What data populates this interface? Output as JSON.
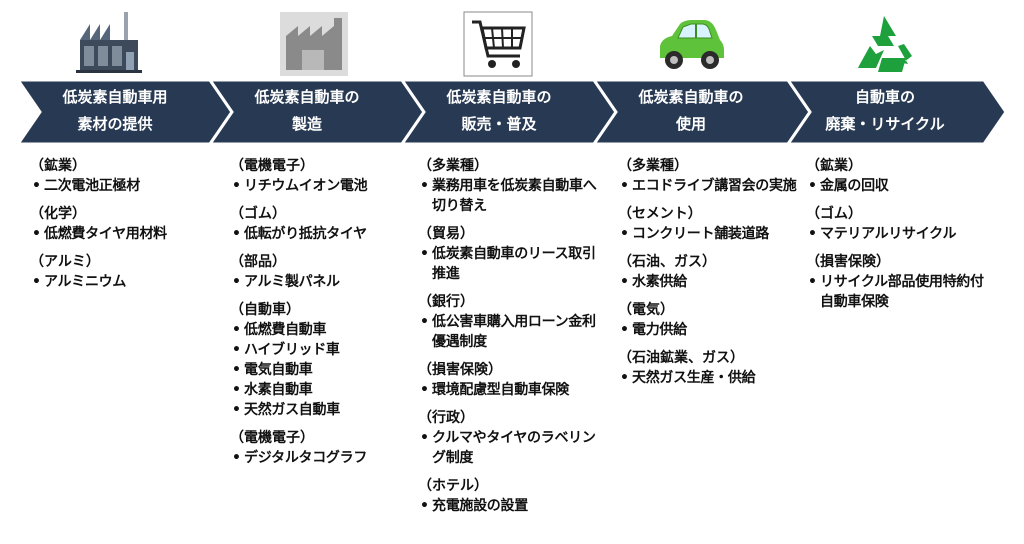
{
  "colors": {
    "banner": "#283a53",
    "banner_edge": "#ffffff",
    "car": "#5fc23b",
    "recycle": "#1ea13c",
    "text": "#111111"
  },
  "bullet_char": "•",
  "columns": [
    {
      "icon": "factory-icon",
      "banner": [
        "低炭素自動車用",
        "素材の提供"
      ],
      "groups": [
        {
          "name": "（鉱業）",
          "items": [
            "二次電池正極材"
          ]
        },
        {
          "name": "（化学）",
          "items": [
            "低燃費タイヤ用材料"
          ]
        },
        {
          "name": "（アルミ）",
          "items": [
            "アルミニウム"
          ]
        }
      ]
    },
    {
      "icon": "building-icon",
      "banner": [
        "低炭素自動車の",
        "製造"
      ],
      "groups": [
        {
          "name": "（電機電子）",
          "items": [
            "リチウムイオン電池"
          ]
        },
        {
          "name": "（ゴム）",
          "items": [
            "低転がり抵抗タイヤ"
          ]
        },
        {
          "name": "（部品）",
          "items": [
            "アルミ製パネル"
          ]
        },
        {
          "name": "（自動車）",
          "items": [
            "低燃費自動車",
            "ハイブリッド車",
            "電気自動車",
            "水素自動車",
            "天然ガス自動車"
          ]
        },
        {
          "name": "（電機電子）",
          "items": [
            "デジタルタコグラフ"
          ]
        }
      ]
    },
    {
      "icon": "shopping-cart-icon",
      "banner": [
        "低炭素自動車の",
        "販売・普及"
      ],
      "groups": [
        {
          "name": "（多業種）",
          "items": [
            "業務用車を低炭素自動車へ切り替え"
          ]
        },
        {
          "name": "（貿易）",
          "items": [
            "低炭素自動車のリース取引推進"
          ]
        },
        {
          "name": "（銀行）",
          "items": [
            "低公害車購入用ローン金利優遇制度"
          ]
        },
        {
          "name": "（損害保険）",
          "items": [
            "環境配慮型自動車保険"
          ]
        },
        {
          "name": "（行政）",
          "items": [
            "クルマやタイヤのラベリング制度"
          ]
        },
        {
          "name": "（ホテル）",
          "items": [
            "充電施設の設置"
          ]
        }
      ]
    },
    {
      "icon": "car-icon",
      "banner": [
        "低炭素自動車の",
        "使用"
      ],
      "groups": [
        {
          "name": "（多業種）",
          "items": [
            "エコドライブ講習会の実施"
          ]
        },
        {
          "name": "（セメント）",
          "items": [
            "コンクリート舗装道路"
          ]
        },
        {
          "name": "（石油、ガス）",
          "items": [
            "水素供給"
          ]
        },
        {
          "name": "（電気）",
          "items": [
            "電力供給"
          ]
        },
        {
          "name": "（石油鉱業、ガス）",
          "items": [
            "天然ガス生産・供給"
          ]
        }
      ]
    },
    {
      "icon": "recycle-icon",
      "banner": [
        "自動車の",
        "廃棄・リサイクル"
      ],
      "groups": [
        {
          "name": "（鉱業）",
          "items": [
            "金属の回収"
          ]
        },
        {
          "name": "（ゴム）",
          "items": [
            "マテリアルリサイクル"
          ]
        },
        {
          "name": "（損害保険）",
          "items": [
            "リサイクル部品使用特約付自動車保険"
          ]
        }
      ]
    }
  ]
}
